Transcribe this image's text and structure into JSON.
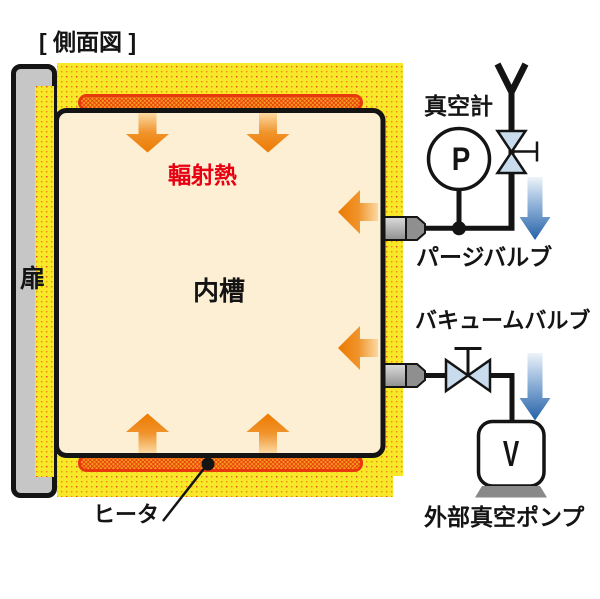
{
  "title": "[ 側面図 ]",
  "door": {
    "label": "扉"
  },
  "chamber": {
    "label": "内槽",
    "radiant_heat_label": "輻射熱"
  },
  "heater": {
    "label": "ヒータ"
  },
  "gauge": {
    "label": "真空計",
    "symbol": "P"
  },
  "purge_valve": {
    "label": "パージバルブ"
  },
  "vacuum_valve": {
    "label": "バキュームバルブ"
  },
  "pump": {
    "label": "外部真空ポンプ",
    "symbol": "V"
  },
  "colors": {
    "insulation_yellow": "#f7e829",
    "heater_fill_orange": "#f7a01e",
    "heater_line_red": "#e8380d",
    "radiant_text_red": "#e60012",
    "flow_arrow_blue": "#2461a7",
    "valve_fill_blue": "#c9dcee",
    "chamber_cream": "#fcefd4",
    "door_gray": "#c6c6c6"
  }
}
